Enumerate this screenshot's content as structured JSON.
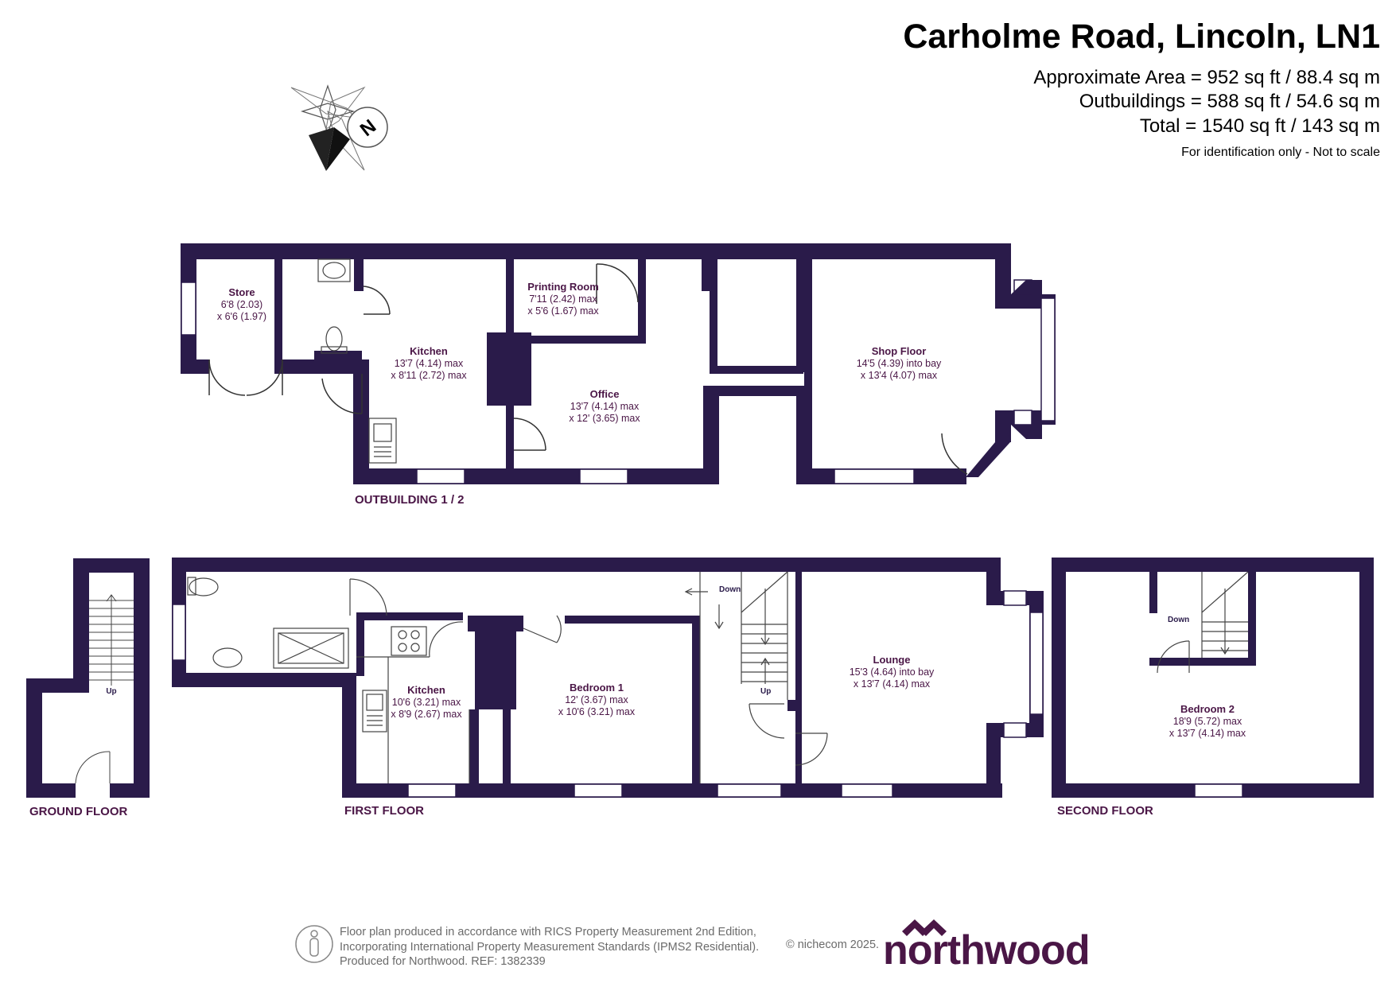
{
  "header": {
    "title": "Carholme Road, Lincoln, LN1",
    "approx_area": "Approximate Area = 952 sq ft / 88.4 sq m",
    "outbuildings": "Outbuildings = 588 sq ft / 54.6 sq m",
    "total": "Total = 1540 sq ft / 143 sq m",
    "note": "For identification only - Not to scale"
  },
  "compass": {
    "letter": "N"
  },
  "outbuilding": {
    "label": "OUTBUILDING 1 / 2",
    "rooms": {
      "store": {
        "name": "Store",
        "dim1": "6'8 (2.03)",
        "dim2": "x 6'6 (1.97)"
      },
      "kitchen": {
        "name": "Kitchen",
        "dim1": "13'7 (4.14) max",
        "dim2": "x 8'11 (2.72) max"
      },
      "printing": {
        "name": "Printing Room",
        "dim1": "7'11 (2.42) max",
        "dim2": "x 5'6 (1.67) max"
      },
      "office": {
        "name": "Office",
        "dim1": "13'7 (4.14) max",
        "dim2": "x 12' (3.65) max"
      },
      "shop": {
        "name": "Shop Floor",
        "dim1": "14'5 (4.39) into bay",
        "dim2": "x 13'4 (4.07) max"
      }
    }
  },
  "ground_floor": {
    "label": "GROUND FLOOR",
    "stair_up": "Up"
  },
  "first_floor": {
    "label": "FIRST FLOOR",
    "stair_down": "Down",
    "stair_up": "Up",
    "rooms": {
      "kitchen": {
        "name": "Kitchen",
        "dim1": "10'6 (3.21) max",
        "dim2": "x 8'9 (2.67) max"
      },
      "bedroom1": {
        "name": "Bedroom 1",
        "dim1": "12' (3.67) max",
        "dim2": "x 10'6 (3.21) max"
      },
      "lounge": {
        "name": "Lounge",
        "dim1": "15'3 (4.64) into bay",
        "dim2": "x 13'7 (4.14) max"
      }
    }
  },
  "second_floor": {
    "label": "SECOND FLOOR",
    "stair_down": "Down",
    "rooms": {
      "bedroom2": {
        "name": "Bedroom 2",
        "dim1": "18'9 (5.72) max",
        "dim2": "x 13'7 (4.14) max"
      }
    }
  },
  "footer": {
    "line1": "Floor plan produced in accordance with RICS Property Measurement 2nd Edition,",
    "line2": "Incorporating International Property Measurement Standards (IPMS2 Residential).",
    "line3": "Produced for Northwood.   REF:  1382339",
    "copyright": "© nichecom 2025.",
    "brand": "northwood"
  },
  "colors": {
    "wall": "#2a1b4a",
    "label": "#4a1646",
    "brand": "#4a1646"
  }
}
